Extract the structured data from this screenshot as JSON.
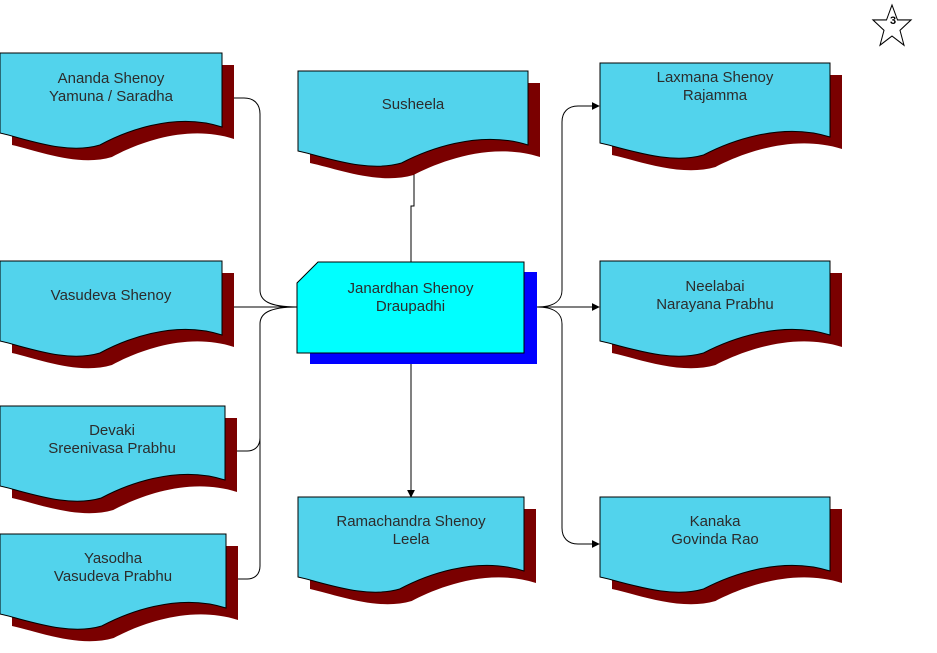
{
  "page_number": "3",
  "colors": {
    "card_fill": "#52d3ec",
    "card_shadow": "#7a0000",
    "center_fill": "#00ffff",
    "center_shadow": "#0000ff",
    "connector": "#000000"
  },
  "center": {
    "line1": "Janardhan Shenoy",
    "line2": "Draupadhi"
  },
  "nodes": {
    "top_left": {
      "line1": "Ananda Shenoy",
      "line2": "Yamuna / Saradha"
    },
    "mid_left": {
      "line1": "Vasudeva Shenoy",
      "line2": ""
    },
    "lower_left": {
      "line1": "Devaki",
      "line2": "Sreenivasa Prabhu"
    },
    "bottom_left": {
      "line1": "Yasodha",
      "line2": "Vasudeva Prabhu"
    },
    "top_center": {
      "line1": "Susheela",
      "line2": ""
    },
    "bottom_center": {
      "line1": "Ramachandra Shenoy",
      "line2": "Leela"
    },
    "top_right": {
      "line1": "Laxmana Shenoy",
      "line2": "Rajamma"
    },
    "mid_right": {
      "line1": "Neelabai",
      "line2": "Narayana Prabhu"
    },
    "bottom_right": {
      "line1": "Kanaka",
      "line2": "Govinda Rao"
    }
  }
}
